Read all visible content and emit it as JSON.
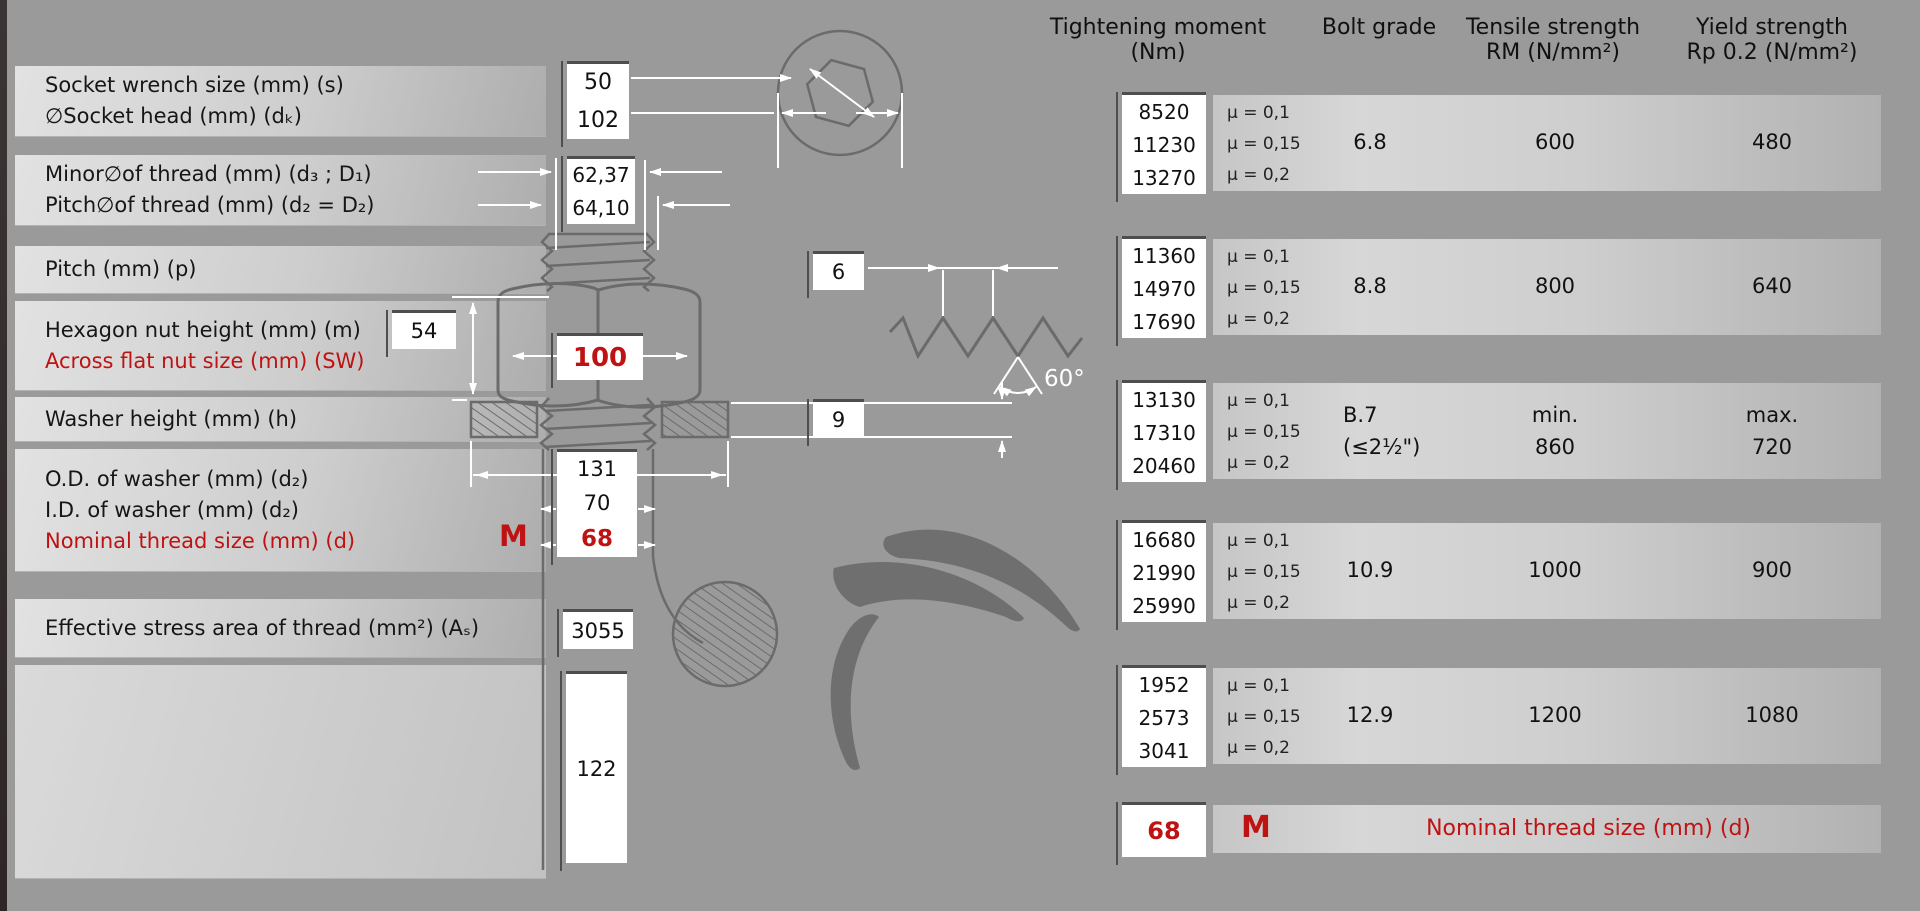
{
  "colors": {
    "background": "#9a9a9a",
    "accent_red": "#bf1212",
    "drawing_stroke": "#6b6b6b"
  },
  "left_panel": {
    "socket_wrench_label": "Socket wrench size (mm) (s)",
    "socket_head_label": "∅Socket head (mm) (dₖ)",
    "minor_thread_label": "Minor∅of thread (mm) (d₃ ; D₁)",
    "pitch_thread_label": "Pitch∅of thread (mm) (d₂ = D₂)",
    "pitch_label": "Pitch (mm) (p)",
    "hex_nut_height_label": "Hexagon nut height (mm) (m)",
    "across_flat_label": "Across flat nut size (mm) (SW)",
    "washer_height_label": "Washer height (mm) (h)",
    "od_washer_label": "O.D. of washer (mm) (d₂)",
    "id_washer_label": "I.D. of washer (mm) (d₂)",
    "nominal_thread_label": "Nominal thread size (mm) (d)",
    "stress_area_label": "Effective stress area of thread (mm²) (Aₛ)"
  },
  "values": {
    "socket_wrench_s": "50",
    "socket_head_dk": "102",
    "minor_thread_d3": "62,37",
    "pitch_thread_d2": "64,10",
    "nut_height_m": "54",
    "across_flat_sw": "100",
    "pitch_p": "6",
    "washer_height_h": "9",
    "od_washer_d2": "131",
    "id_washer_d2": "70",
    "nominal_d": "68",
    "stress_area_as": "3055",
    "length": "122",
    "thread_series": "M",
    "thread_angle": "60°"
  },
  "table": {
    "headers": {
      "moment_line1": "Tightening moment",
      "moment_line2": "(Nm)",
      "grade": "Bolt grade",
      "tensile_line1": "Tensile strength",
      "tensile_line2": "RM (N/mm²)",
      "yield_line1": "Yield strength",
      "yield_line2": "Rp 0.2 (N/mm²)"
    },
    "mu_labels": [
      "µ = 0,1",
      "µ = 0,15",
      "µ = 0,2"
    ],
    "groups": [
      {
        "moments": [
          "8520",
          "11230",
          "13270"
        ],
        "grade": "6.8",
        "tensile": "600",
        "yield": "480"
      },
      {
        "moments": [
          "11360",
          "14970",
          "17690"
        ],
        "grade": "8.8",
        "tensile": "800",
        "yield": "640"
      },
      {
        "moments": [
          "13130",
          "17310",
          "20460"
        ],
        "grade": "B.7",
        "grade_note": "(≤2½\")",
        "tensile": "min.",
        "tensile_value": "860",
        "yield": "max.",
        "yield_value": "720"
      },
      {
        "moments": [
          "16680",
          "21990",
          "25990"
        ],
        "grade": "10.9",
        "tensile": "1000",
        "yield": "900"
      },
      {
        "moments": [
          "1952",
          "2573",
          "3041"
        ],
        "grade": "12.9",
        "tensile": "1200",
        "yield": "1080"
      }
    ],
    "footer": {
      "nominal_value": "68",
      "thread_series": "M",
      "label": "Nominal thread size (mm) (d)"
    }
  }
}
